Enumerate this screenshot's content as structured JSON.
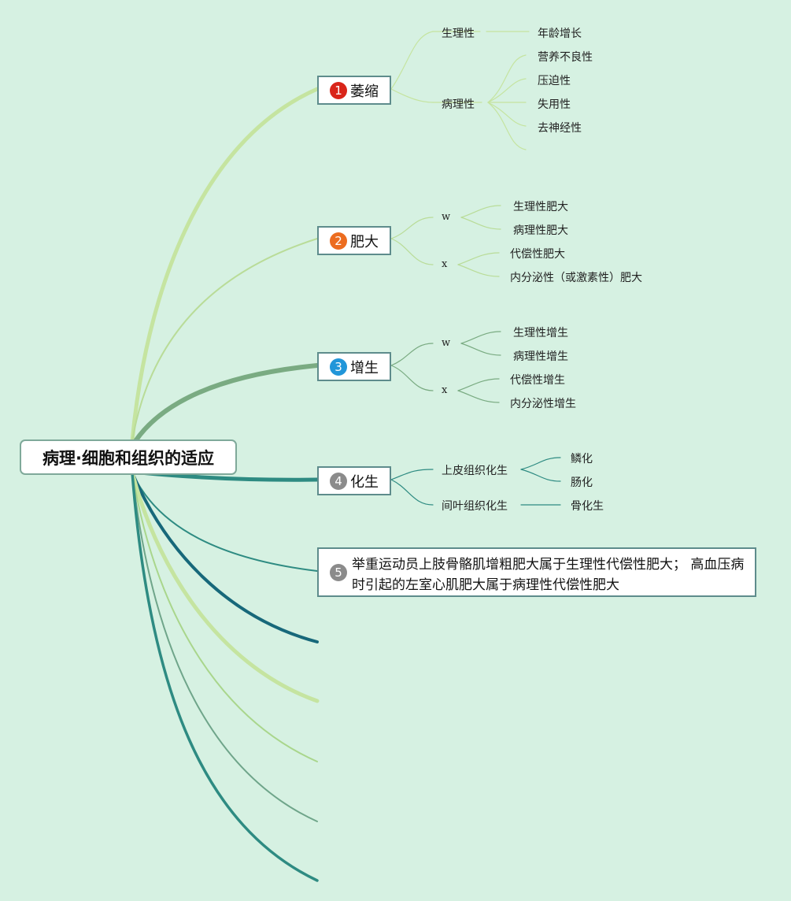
{
  "root": {
    "title": "病理·细胞和组织的适应"
  },
  "topics": [
    {
      "num": "1",
      "label": "萎缩",
      "badge_color": "#d9251a"
    },
    {
      "num": "2",
      "label": "肥大",
      "badge_color": "#ec6c1f"
    },
    {
      "num": "3",
      "label": "增生",
      "badge_color": "#2196d9"
    },
    {
      "num": "4",
      "label": "化生",
      "badge_color": "#8b8b8b"
    },
    {
      "num": "5",
      "label": "举重运动员上肢骨骼肌增粗肥大属于生理性代偿性肥大； 高血压病时引起的左室心肌肥大属于病理性代偿性肥大",
      "badge_color": "#8b8b8b"
    }
  ],
  "atrophy": {
    "physiological": "生理性",
    "age": "年龄增长",
    "pathological": "病理性",
    "items": [
      "营养不良性",
      "压迫性",
      "失用性",
      "去神经性"
    ]
  },
  "hypertrophy": {
    "w": "w",
    "w_items": [
      "生理性肥大",
      "病理性肥大"
    ],
    "x": "x",
    "x_items": [
      "代偿性肥大",
      "内分泌性（或激素性）肥大"
    ]
  },
  "hyperplasia": {
    "w": "w",
    "w_items": [
      "生理性增生",
      "病理性增生"
    ],
    "x": "x",
    "x_items": [
      "代偿性增生",
      "内分泌性增生"
    ]
  },
  "metaplasia": {
    "epithelial": "上皮组织化生",
    "epithelial_items": [
      "鳞化",
      "肠化"
    ],
    "mesenchymal": "间叶组织化生",
    "mesenchymal_item": "骨化生"
  },
  "colors": {
    "background": "#d6f1e2",
    "light_green": "#c5e4a0",
    "mid_green": "#7aab82",
    "teal": "#2e8b82",
    "dark_teal": "#17687a"
  }
}
